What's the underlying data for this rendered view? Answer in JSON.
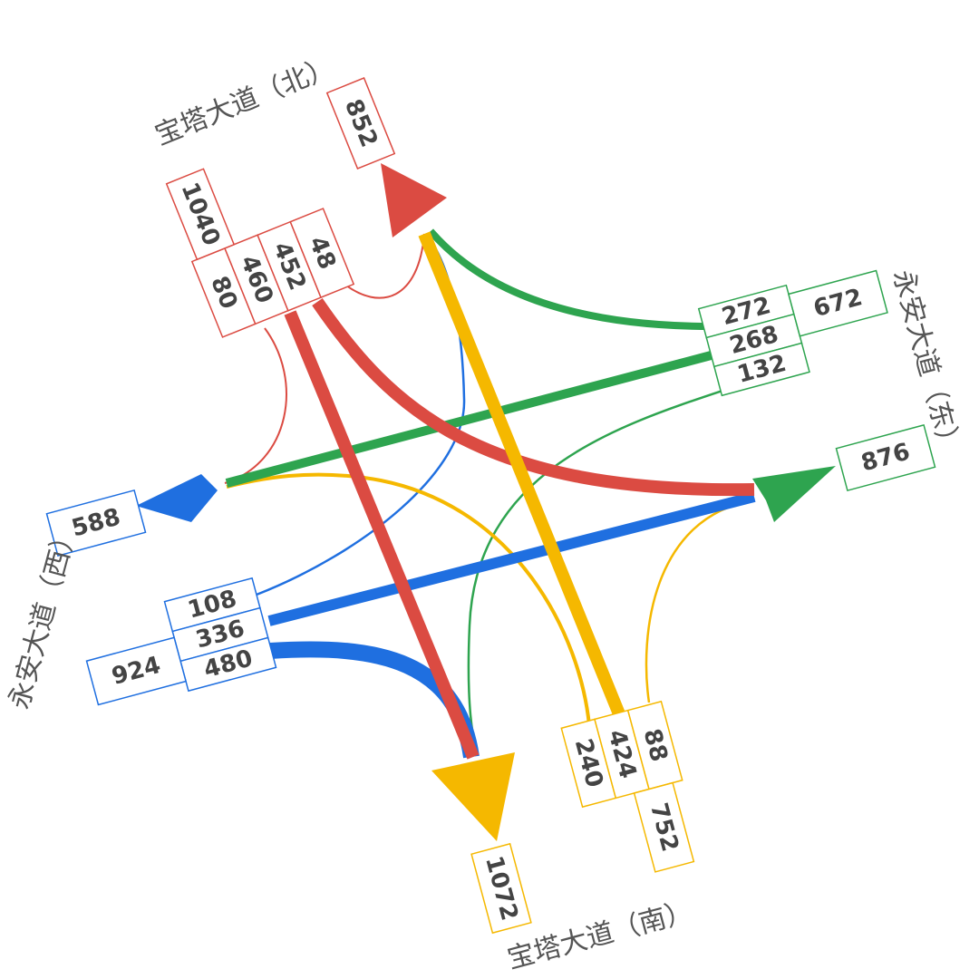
{
  "colors": {
    "north": "#db4b42",
    "east": "#2ea44f",
    "south": "#f5b800",
    "west": "#1f6fe0",
    "text": "#444444",
    "road_label": "#555555"
  },
  "roads": {
    "north": "宝塔大道（北）",
    "east": "永安大道（东）",
    "south": "宝塔大道（南）",
    "west": "永安大道（西）"
  },
  "approaches": {
    "north": {
      "total": "1040",
      "movements": [
        "80",
        "460",
        "452",
        "48"
      ]
    },
    "east": {
      "total": "672",
      "movements": [
        "272",
        "268",
        "132"
      ]
    },
    "south": {
      "total": "752",
      "movements": [
        "240",
        "424",
        "88"
      ]
    },
    "west": {
      "total": "924",
      "movements": [
        "108",
        "336",
        "480"
      ]
    }
  },
  "exits": {
    "north": "852",
    "east": "876",
    "south": "1072",
    "west": "588"
  },
  "flows": [
    {
      "from": "north",
      "to": "west",
      "volume": 80
    },
    {
      "from": "north",
      "to": "south",
      "volume": 460
    },
    {
      "from": "north",
      "to": "east",
      "volume": 452
    },
    {
      "from": "north",
      "to": "north",
      "volume": 48
    },
    {
      "from": "east",
      "to": "north",
      "volume": 272
    },
    {
      "from": "east",
      "to": "west",
      "volume": 268
    },
    {
      "from": "east",
      "to": "south",
      "volume": 132
    },
    {
      "from": "south",
      "to": "west",
      "volume": 240
    },
    {
      "from": "south",
      "to": "north",
      "volume": 424
    },
    {
      "from": "south",
      "to": "east",
      "volume": 88
    },
    {
      "from": "west",
      "to": "north",
      "volume": 108
    },
    {
      "from": "west",
      "to": "east",
      "volume": 336
    },
    {
      "from": "west",
      "to": "south",
      "volume": 480
    }
  ]
}
